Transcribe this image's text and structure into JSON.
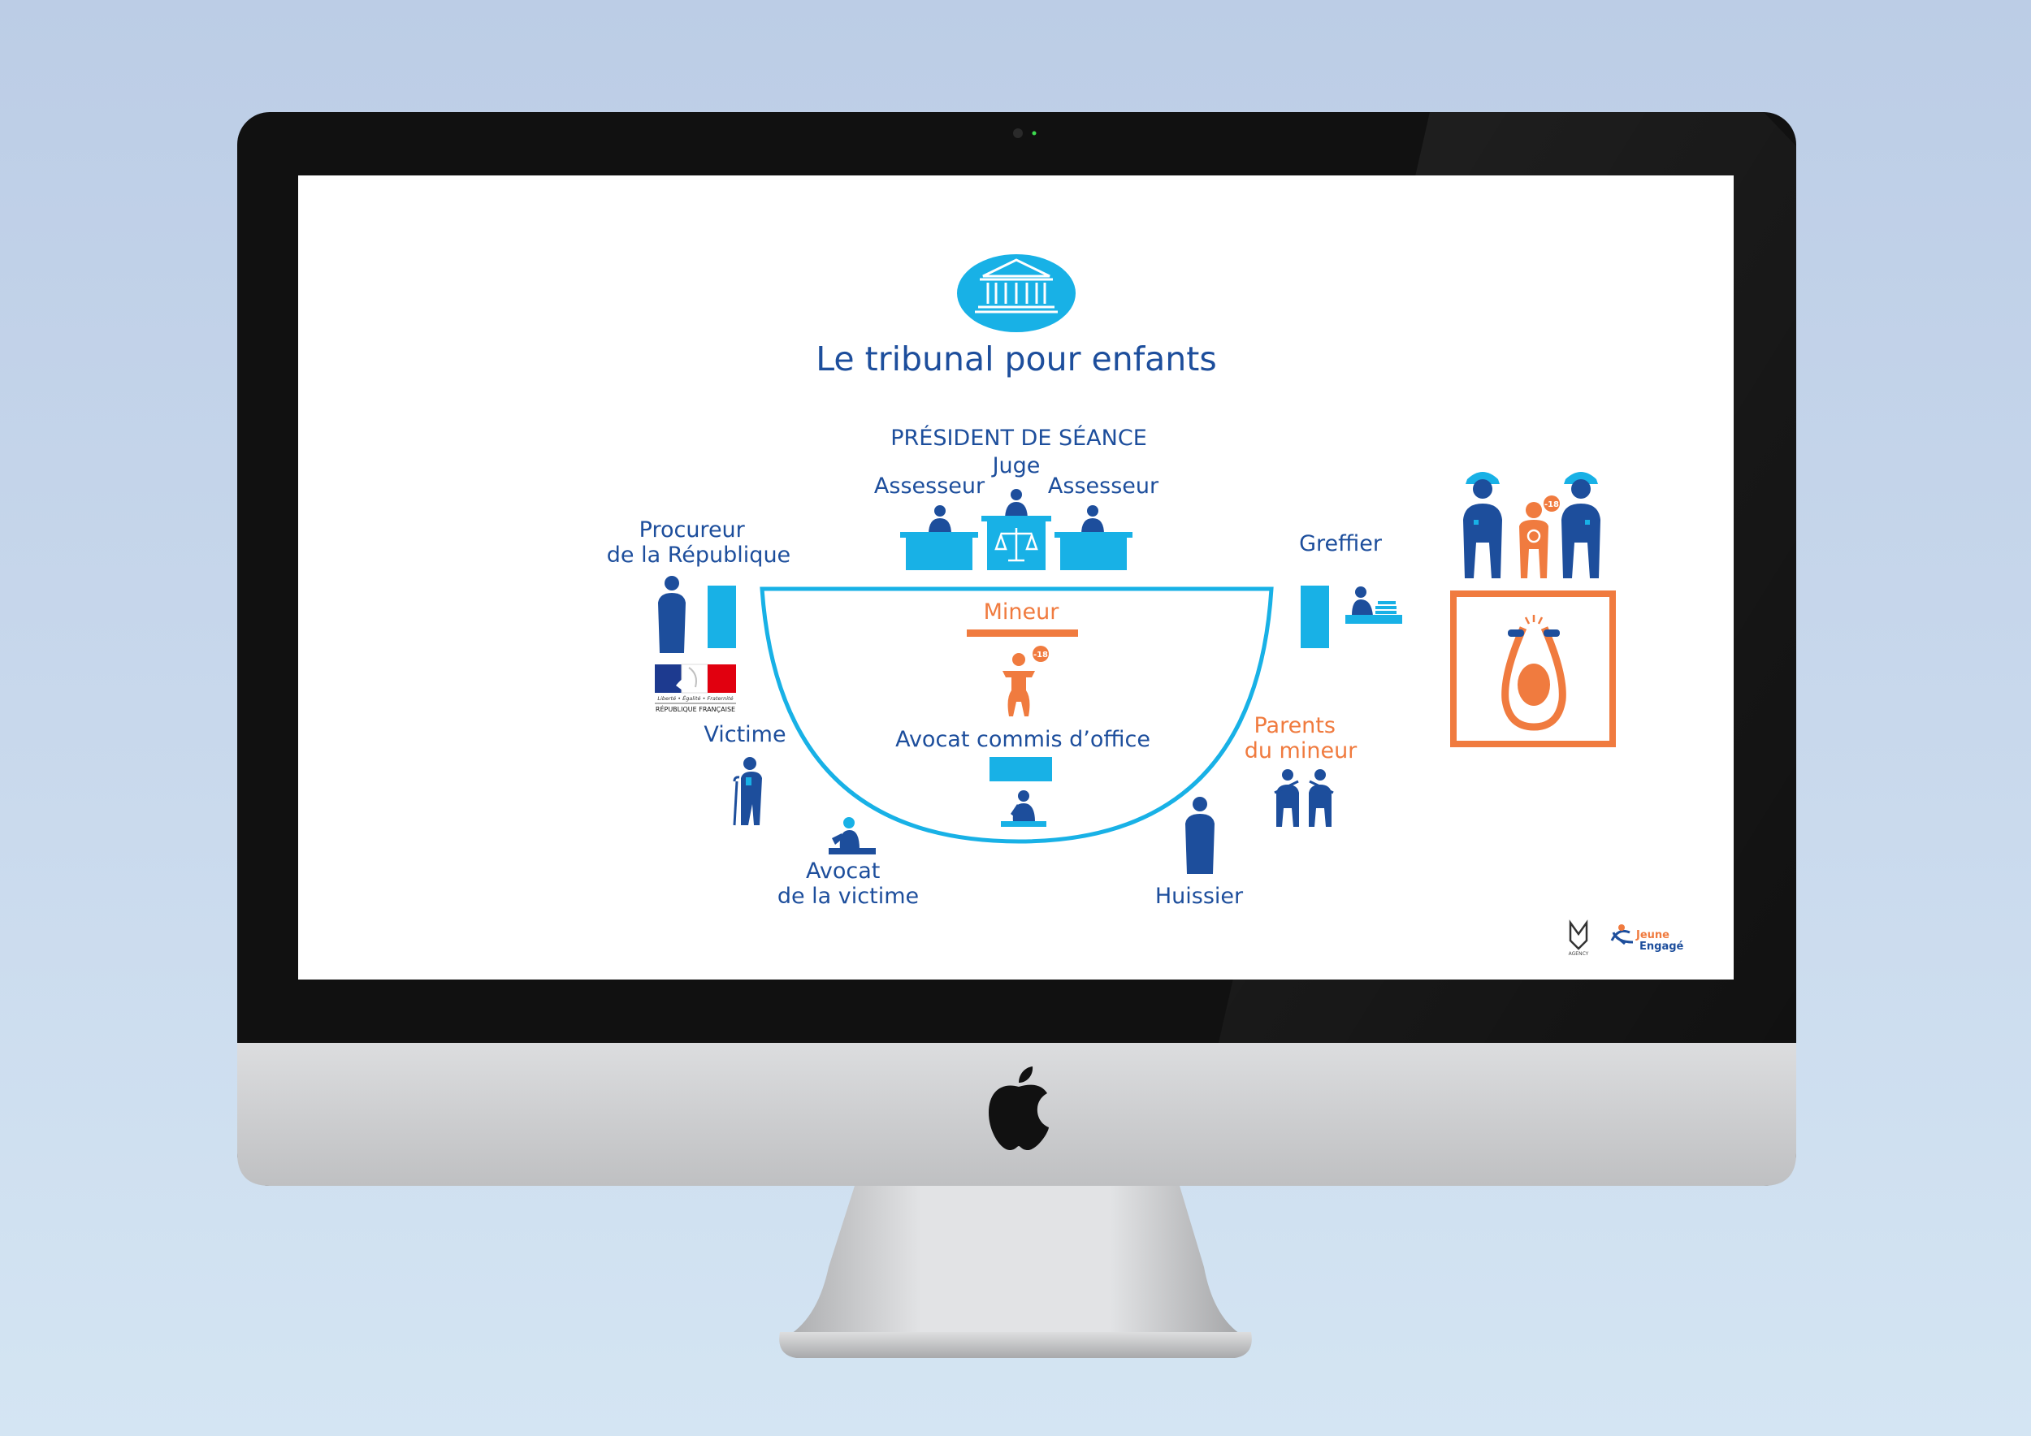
{
  "title": "Le tribunal pour enfants",
  "labels": {
    "president": "PRÉSIDENT DE SÉANCE",
    "juge": "Juge",
    "assesseur_left": "Assesseur",
    "assesseur_right": "Assesseur",
    "procureur_line1": "Procureur",
    "procureur_line2": "de la République",
    "greffier": "Greffier",
    "mineur": "Mineur",
    "avocat_office": "Avocat commis d’office",
    "victime": "Victime",
    "avocat_victime_line1": "Avocat",
    "avocat_victime_line2": "de la victime",
    "huissier": "Huissier",
    "parents_line1": "Parents",
    "parents_line2": "du mineur",
    "badge": "-18"
  },
  "republique": {
    "motto": "Liberté • Égalité • Fraternité",
    "name": "RÉPUBLIQUE FRANÇAISE"
  },
  "logos": {
    "agency": "AGENCY",
    "jeune": "Jeune",
    "engage": "Engagé"
  },
  "colors": {
    "navy": "#1d4e9c",
    "cyan": "#18b1e6",
    "orange": "#f07b3f",
    "bezel": "#111111",
    "chin": "#cfd0d2"
  }
}
